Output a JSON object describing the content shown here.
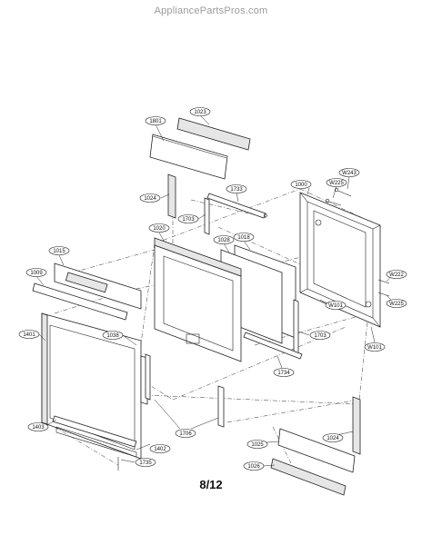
{
  "watermark": "AppliancePartsPros.com",
  "page_number": "8/12",
  "labels": {
    "l1023": "1023",
    "l1801": "1801",
    "l1024a": "1024",
    "l1703a": "1703",
    "l1733": "1733",
    "l1000": "1000",
    "lW243": "W243",
    "lW225a": "W225",
    "l1020": "1020",
    "l1028": "1028",
    "l1018": "1018",
    "l1015": "1015",
    "l1009": "1009",
    "lW222": "W222",
    "lW225b": "W225",
    "lW101a": "W101",
    "l1401": "1401",
    "l1038": "1038",
    "l1703b": "1703",
    "lW101b": "W101",
    "l1734": "1734",
    "l1706": "1706",
    "l1024b": "1024",
    "l1025": "1025",
    "l1403": "1403",
    "l1402": "1402",
    "l1735": "1735",
    "l1026": "1026"
  }
}
